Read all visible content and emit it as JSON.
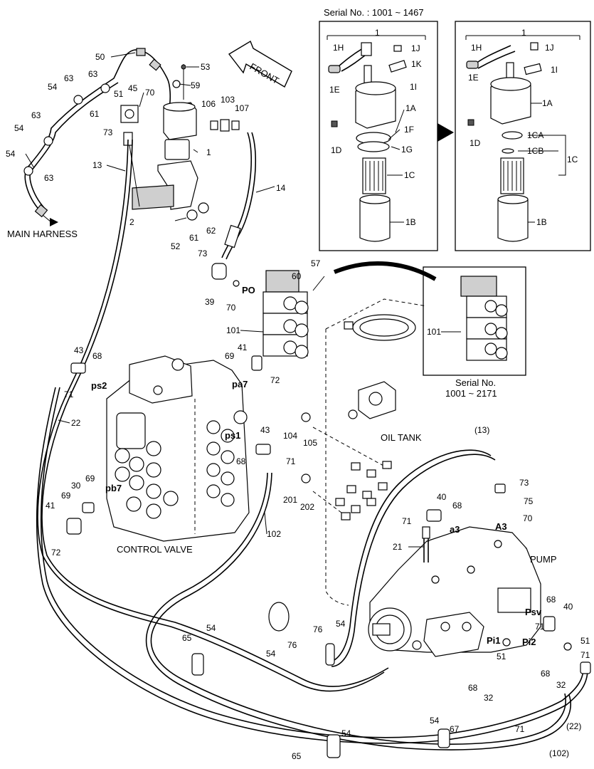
{
  "serial_top": "Serial No. : 1001 ~ 1467",
  "serial_right_line1": "Serial No.",
  "serial_right_line2": "1001 ~ 2171",
  "captions": {
    "front": "FRONT",
    "main_harness": "MAIN HARNESS",
    "control_valve": "CONTROL VALVE",
    "oil_tank": "OIL TANK",
    "pump": "PUMP"
  },
  "labels": [
    {
      "id": "l1",
      "t": "50"
    },
    {
      "id": "l2",
      "t": "53"
    },
    {
      "id": "l3",
      "t": "63"
    },
    {
      "id": "l4",
      "t": "63"
    },
    {
      "id": "l5",
      "t": "54"
    },
    {
      "id": "l6",
      "t": "51"
    },
    {
      "id": "l7",
      "t": "45"
    },
    {
      "id": "l8",
      "t": "70"
    },
    {
      "id": "l9",
      "t": "59"
    },
    {
      "id": "l10",
      "t": "103"
    },
    {
      "id": "l11",
      "t": "106"
    },
    {
      "id": "l12",
      "t": "107"
    },
    {
      "id": "l13",
      "t": "61"
    },
    {
      "id": "l14",
      "t": "63"
    },
    {
      "id": "l15",
      "t": "73"
    },
    {
      "id": "l16",
      "t": "1"
    },
    {
      "id": "l17",
      "t": "54"
    },
    {
      "id": "l18",
      "t": "13"
    },
    {
      "id": "l19",
      "t": "54"
    },
    {
      "id": "l20",
      "t": "63"
    },
    {
      "id": "l21",
      "t": "14"
    },
    {
      "id": "l22",
      "t": "2"
    },
    {
      "id": "l23",
      "t": "52"
    },
    {
      "id": "l24",
      "t": "61"
    },
    {
      "id": "l25",
      "t": "62"
    },
    {
      "id": "l26",
      "t": "73"
    },
    {
      "id": "l27",
      "t": "57"
    },
    {
      "id": "l28",
      "t": "60"
    },
    {
      "id": "l29",
      "t": "PO"
    },
    {
      "id": "l30",
      "t": "39"
    },
    {
      "id": "l31",
      "t": "70"
    },
    {
      "id": "l32",
      "t": "101"
    },
    {
      "id": "l33",
      "t": "43"
    },
    {
      "id": "l34",
      "t": "68"
    },
    {
      "id": "l35",
      "t": "ps2"
    },
    {
      "id": "l36",
      "t": "71"
    },
    {
      "id": "l37",
      "t": "41"
    },
    {
      "id": "l38",
      "t": "69"
    },
    {
      "id": "l39",
      "t": "pa7"
    },
    {
      "id": "l40",
      "t": "72"
    },
    {
      "id": "l41",
      "t": "22"
    },
    {
      "id": "l42",
      "t": "ps1"
    },
    {
      "id": "l43",
      "t": "43"
    },
    {
      "id": "l44",
      "t": "68"
    },
    {
      "id": "l45",
      "t": "71"
    },
    {
      "id": "l46",
      "t": "104"
    },
    {
      "id": "l47",
      "t": "105"
    },
    {
      "id": "l48",
      "t": "(13)"
    },
    {
      "id": "l49",
      "t": "30"
    },
    {
      "id": "l50",
      "t": "69"
    },
    {
      "id": "l51",
      "t": "pb7"
    },
    {
      "id": "l52",
      "t": "69"
    },
    {
      "id": "l53",
      "t": "41"
    },
    {
      "id": "l54",
      "t": "72"
    },
    {
      "id": "l55",
      "t": "201"
    },
    {
      "id": "l56",
      "t": "202"
    },
    {
      "id": "l57",
      "t": "73"
    },
    {
      "id": "l58",
      "t": "75"
    },
    {
      "id": "l59",
      "t": "70"
    },
    {
      "id": "l60",
      "t": "40"
    },
    {
      "id": "l61",
      "t": "68"
    },
    {
      "id": "l62",
      "t": "71"
    },
    {
      "id": "l63",
      "t": "a3"
    },
    {
      "id": "l64",
      "t": "A3"
    },
    {
      "id": "l65",
      "t": "102"
    },
    {
      "id": "l66",
      "t": "21"
    },
    {
      "id": "l67",
      "t": "68"
    },
    {
      "id": "l68",
      "t": "40"
    },
    {
      "id": "l69",
      "t": "Psv"
    },
    {
      "id": "l70",
      "t": "71"
    },
    {
      "id": "l71",
      "t": "Pi2"
    },
    {
      "id": "l72",
      "t": "51"
    },
    {
      "id": "l73",
      "t": "Pi1"
    },
    {
      "id": "l74",
      "t": "71"
    },
    {
      "id": "l75",
      "t": "65"
    },
    {
      "id": "l76",
      "t": "54"
    },
    {
      "id": "l77",
      "t": "54"
    },
    {
      "id": "l78",
      "t": "76"
    },
    {
      "id": "l79",
      "t": "76"
    },
    {
      "id": "l80",
      "t": "54"
    },
    {
      "id": "l81",
      "t": "51"
    },
    {
      "id": "l82",
      "t": "68"
    },
    {
      "id": "l83",
      "t": "32"
    },
    {
      "id": "l84",
      "t": "68"
    },
    {
      "id": "l85",
      "t": "32"
    },
    {
      "id": "l86",
      "t": "54"
    },
    {
      "id": "l87",
      "t": "54"
    },
    {
      "id": "l88",
      "t": "67"
    },
    {
      "id": "l89",
      "t": "71"
    },
    {
      "id": "l90",
      "t": "(22)"
    },
    {
      "id": "l91",
      "t": "65"
    },
    {
      "id": "l92",
      "t": "(102)"
    },
    {
      "id": "l93",
      "t": "101"
    }
  ],
  "filter_left": [
    {
      "id": "fl1",
      "t": "1"
    },
    {
      "id": "fl2",
      "t": "1H"
    },
    {
      "id": "fl3",
      "t": "1J"
    },
    {
      "id": "fl4",
      "t": "1K"
    },
    {
      "id": "fl5",
      "t": "1E"
    },
    {
      "id": "fl6",
      "t": "1I"
    },
    {
      "id": "fl7",
      "t": "1A"
    },
    {
      "id": "fl8",
      "t": "1F"
    },
    {
      "id": "fl9",
      "t": "1D"
    },
    {
      "id": "fl10",
      "t": "1G"
    },
    {
      "id": "fl11",
      "t": "1C"
    },
    {
      "id": "fl12",
      "t": "1B"
    }
  ],
  "filter_right": [
    {
      "id": "fr1",
      "t": "1"
    },
    {
      "id": "fr2",
      "t": "1H"
    },
    {
      "id": "fr3",
      "t": "1J"
    },
    {
      "id": "fr4",
      "t": "1E"
    },
    {
      "id": "fr5",
      "t": "1I"
    },
    {
      "id": "fr6",
      "t": "1A"
    },
    {
      "id": "fr7",
      "t": "1D"
    },
    {
      "id": "fr8",
      "t": "1CA"
    },
    {
      "id": "fr9",
      "t": "1CB"
    },
    {
      "id": "fr10",
      "t": "1C"
    },
    {
      "id": "fr11",
      "t": "1B"
    }
  ]
}
